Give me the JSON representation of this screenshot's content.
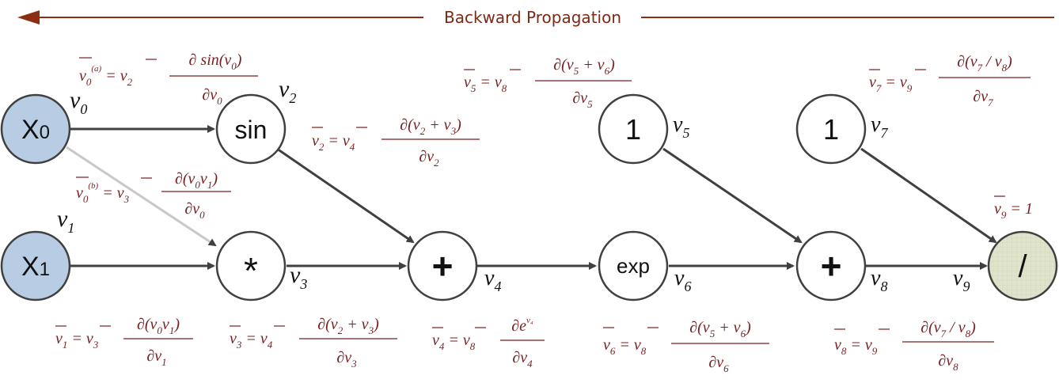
{
  "title": "Backward Propagation",
  "nodes": {
    "x0": {
      "label": "X0",
      "var": "v0"
    },
    "x1": {
      "label": "X1",
      "var": "v1"
    },
    "sin": {
      "label": "sin",
      "var": "v2"
    },
    "mul": {
      "label": "*",
      "var": "v3"
    },
    "add1": {
      "label": "+",
      "var": "v4"
    },
    "one5": {
      "label": "1",
      "var": "v5"
    },
    "exp": {
      "label": "exp",
      "var": "v6"
    },
    "one7": {
      "label": "1",
      "var": "v7"
    },
    "add2": {
      "label": "+",
      "var": "v8"
    },
    "div": {
      "label": "/",
      "var": "v9"
    }
  },
  "equations": {
    "v0a": "v̄0(a) = v̄2 ∂sin(v0)/∂v0",
    "v0b": "v̄0(b) = v̄3 ∂(v0v1)/∂v0",
    "v1": "v̄1 = v̄3 ∂(v0v1)/∂v1",
    "v2": "v̄2 = v̄4 ∂(v2+v3)/∂v2",
    "v3": "v̄3 = v̄4 ∂(v2+v3)/∂v3",
    "v4": "v̄4 = v̄8 ∂e^v4/∂v4",
    "v5": "v̄5 = v̄8 ∂(v5+v6)/∂v5",
    "v6": "v̄6 = v̄8 ∂(v5+v6)/∂v6",
    "v7": "v̄7 = v̄9 ∂(v7/v8)/∂v7",
    "v8": "v̄8 = v̄9 ∂(v7/v8)/∂v8",
    "v9": "v̄9 = 1"
  },
  "colors": {
    "input_fill": "#b8cde4",
    "div_fill": "#dfe3cc",
    "arrow": "#404040",
    "equation": "#7a1f1f",
    "title_arrow": "#8b2e14"
  }
}
